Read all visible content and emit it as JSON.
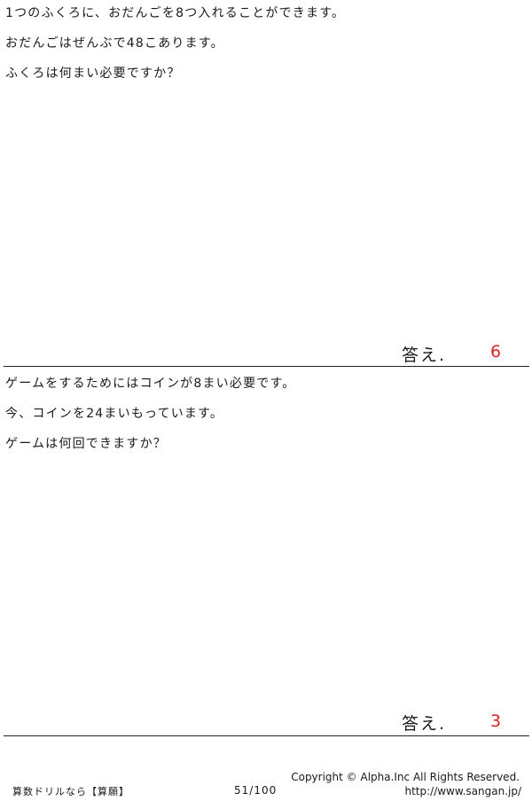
{
  "problems": [
    {
      "lines": [
        "1つのふくろに、おだんごを8つ入れることができます。",
        "おだんごはぜんぶで48こあります。",
        "ふくろは何まい必要ですか？"
      ],
      "answer_label": "答え.",
      "answer_value": "6"
    },
    {
      "lines": [
        "ゲームをするためにはコインが8まい必要です。",
        "今、コインを24まいもっています。",
        "ゲームは何回できますか？"
      ],
      "answer_label": "答え.",
      "answer_value": "3"
    }
  ],
  "footer": {
    "site_title": "算数ドリルなら【算願】",
    "page_number": "51/100",
    "copyright": "Copyright ©  Alpha.Inc All Rights Reserved.",
    "url": "http://www.sangan.jp/"
  },
  "colors": {
    "answer": "#e02020",
    "text": "#1a1a1a",
    "rule": "#222222"
  }
}
